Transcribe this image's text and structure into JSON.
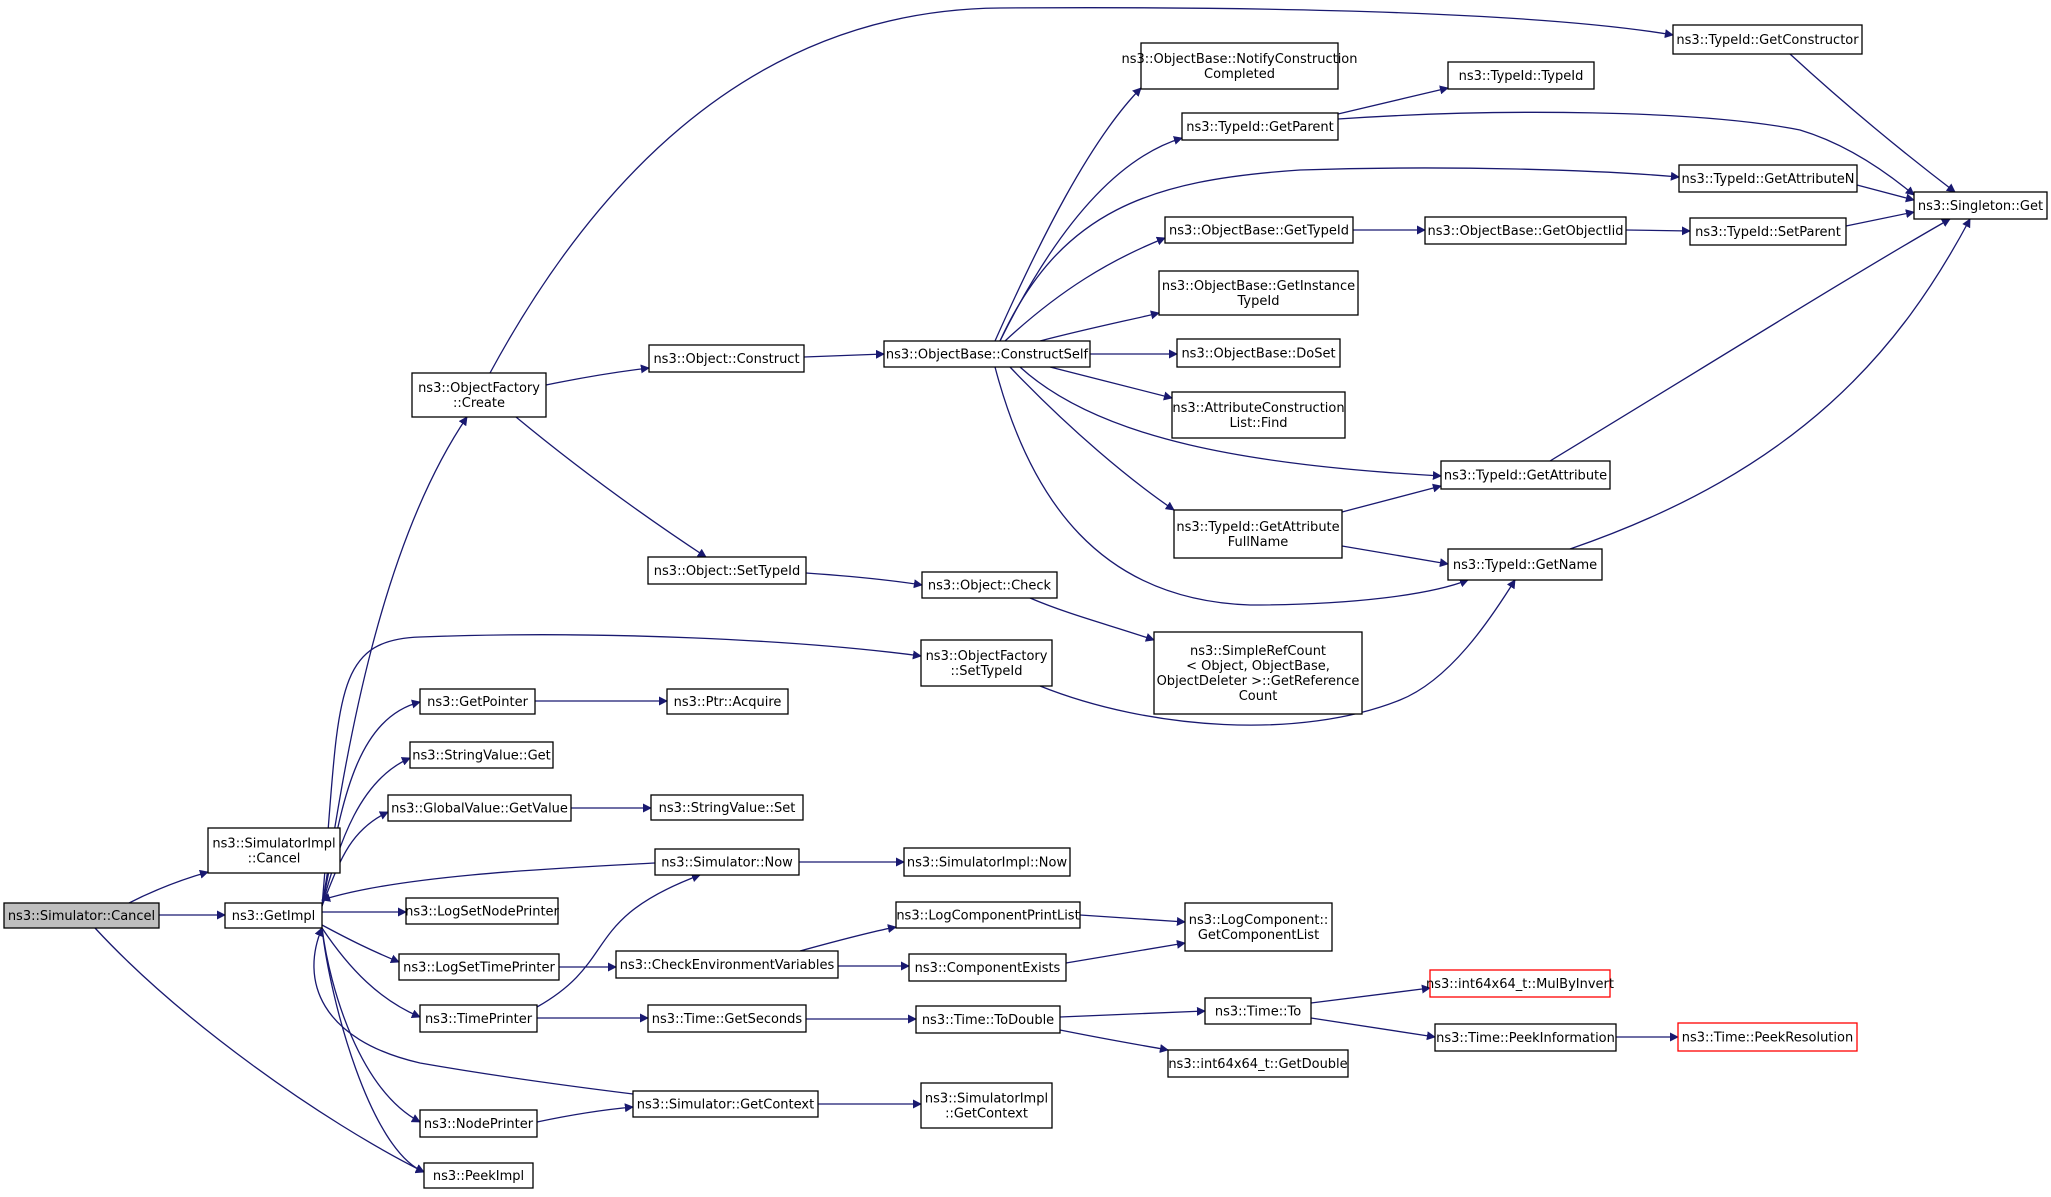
{
  "colors": {
    "edge": "#191970",
    "node_border": "#000000",
    "node_fill": "#ffffff",
    "root_fill": "#bfbfbf",
    "truncated_border": "#ff0000"
  },
  "nodes": [
    {
      "id": "cancel",
      "lines": [
        "ns3::Simulator::Cancel"
      ],
      "root": true
    },
    {
      "id": "implCancel",
      "lines": [
        "ns3::SimulatorImpl",
        "::Cancel"
      ]
    },
    {
      "id": "getImpl",
      "lines": [
        "ns3::GetImpl"
      ]
    },
    {
      "id": "peekImpl",
      "lines": [
        "ns3::PeekImpl"
      ]
    },
    {
      "id": "ofCreate",
      "lines": [
        "ns3::ObjectFactory",
        "::Create"
      ]
    },
    {
      "id": "getPointer",
      "lines": [
        "ns3::GetPointer"
      ]
    },
    {
      "id": "svGet",
      "lines": [
        "ns3::StringValue::Get"
      ]
    },
    {
      "id": "gvGetValue",
      "lines": [
        "ns3::GlobalValue::GetValue"
      ]
    },
    {
      "id": "logSetNodePrinter",
      "lines": [
        "ns3::LogSetNodePrinter"
      ]
    },
    {
      "id": "logSetTimePrinter",
      "lines": [
        "ns3::LogSetTimePrinter"
      ]
    },
    {
      "id": "timePrinter",
      "lines": [
        "ns3::TimePrinter"
      ]
    },
    {
      "id": "nodePrinter",
      "lines": [
        "ns3::NodePrinter"
      ]
    },
    {
      "id": "objConstruct",
      "lines": [
        "ns3::Object::Construct"
      ]
    },
    {
      "id": "objSetTypeId",
      "lines": [
        "ns3::Object::SetTypeId"
      ]
    },
    {
      "id": "ptrAcquire",
      "lines": [
        "ns3::Ptr::Acquire"
      ]
    },
    {
      "id": "svSet",
      "lines": [
        "ns3::StringValue::Set"
      ]
    },
    {
      "id": "simNow",
      "lines": [
        "ns3::Simulator::Now"
      ]
    },
    {
      "id": "checkEnv",
      "lines": [
        "ns3::CheckEnvironmentVariables"
      ]
    },
    {
      "id": "timeGetSeconds",
      "lines": [
        "ns3::Time::GetSeconds"
      ]
    },
    {
      "id": "simGetContext",
      "lines": [
        "ns3::Simulator::GetContext"
      ]
    },
    {
      "id": "obConstructSelf",
      "lines": [
        "ns3::ObjectBase::ConstructSelf"
      ]
    },
    {
      "id": "objCheck",
      "lines": [
        "ns3::Object::Check"
      ]
    },
    {
      "id": "ofSetTypeId",
      "lines": [
        "ns3::ObjectFactory",
        "::SetTypeId"
      ]
    },
    {
      "id": "implNow",
      "lines": [
        "ns3::SimulatorImpl::Now"
      ]
    },
    {
      "id": "logCompPrintList",
      "lines": [
        "ns3::LogComponentPrintList"
      ]
    },
    {
      "id": "compExists",
      "lines": [
        "ns3::ComponentExists"
      ]
    },
    {
      "id": "timeToDouble",
      "lines": [
        "ns3::Time::ToDouble"
      ]
    },
    {
      "id": "implGetContext",
      "lines": [
        "ns3::SimulatorImpl",
        "::GetContext"
      ]
    },
    {
      "id": "obNotify",
      "lines": [
        "ns3::ObjectBase::NotifyConstruction",
        "Completed"
      ]
    },
    {
      "id": "tidGetParent",
      "lines": [
        "ns3::TypeId::GetParent"
      ]
    },
    {
      "id": "obGetTypeId",
      "lines": [
        "ns3::ObjectBase::GetTypeId"
      ]
    },
    {
      "id": "obGetInstanceTypeId",
      "lines": [
        "ns3::ObjectBase::GetInstance",
        "TypeId"
      ]
    },
    {
      "id": "obDoSet",
      "lines": [
        "ns3::ObjectBase::DoSet"
      ]
    },
    {
      "id": "acListFind",
      "lines": [
        "ns3::AttributeConstruction",
        "List::Find"
      ]
    },
    {
      "id": "tidGetAttrFullName",
      "lines": [
        "ns3::TypeId::GetAttribute",
        "FullName"
      ]
    },
    {
      "id": "srcGetRefCount",
      "lines": [
        "ns3::SimpleRefCount",
        "< Object, ObjectBase,",
        "ObjectDeleter >::GetReference",
        "Count"
      ]
    },
    {
      "id": "logCompGetList",
      "lines": [
        "ns3::LogComponent::",
        "GetComponentList"
      ]
    },
    {
      "id": "timeTo",
      "lines": [
        "ns3::Time::To"
      ]
    },
    {
      "id": "i64GetDouble",
      "lines": [
        "ns3::int64x64_t::GetDouble"
      ]
    },
    {
      "id": "tidTypeId",
      "lines": [
        "ns3::TypeId::TypeId"
      ]
    },
    {
      "id": "obGetObjectIid",
      "lines": [
        "ns3::ObjectBase::GetObjectIid"
      ]
    },
    {
      "id": "tidGetAttribute",
      "lines": [
        "ns3::TypeId::GetAttribute"
      ]
    },
    {
      "id": "tidGetName",
      "lines": [
        "ns3::TypeId::GetName"
      ]
    },
    {
      "id": "i64MulByInvert",
      "lines": [
        "ns3::int64x64_t::MulByInvert"
      ],
      "truncated": true
    },
    {
      "id": "timePeekInfo",
      "lines": [
        "ns3::Time::PeekInformation"
      ]
    },
    {
      "id": "tidGetConstructor",
      "lines": [
        "ns3::TypeId::GetConstructor"
      ]
    },
    {
      "id": "tidGetAttributeN",
      "lines": [
        "ns3::TypeId::GetAttributeN"
      ]
    },
    {
      "id": "tidSetParent",
      "lines": [
        "ns3::TypeId::SetParent"
      ]
    },
    {
      "id": "timePeekRes",
      "lines": [
        "ns3::Time::PeekResolution"
      ],
      "truncated": true
    },
    {
      "id": "singletonGet",
      "lines": [
        "ns3::Singleton::Get"
      ]
    }
  ],
  "edges": [
    [
      "cancel",
      "implCancel"
    ],
    [
      "cancel",
      "getImpl"
    ],
    [
      "cancel",
      "peekImpl"
    ],
    [
      "getImpl",
      "ofCreate"
    ],
    [
      "getImpl",
      "getPointer"
    ],
    [
      "getImpl",
      "svGet"
    ],
    [
      "getImpl",
      "gvGetValue"
    ],
    [
      "getImpl",
      "logSetNodePrinter"
    ],
    [
      "getImpl",
      "logSetTimePrinter"
    ],
    [
      "getImpl",
      "timePrinter"
    ],
    [
      "getImpl",
      "nodePrinter"
    ],
    [
      "getImpl",
      "peekImpl"
    ],
    [
      "getImpl",
      "ofSetTypeId"
    ],
    [
      "ofCreate",
      "tidGetConstructor"
    ],
    [
      "ofCreate",
      "objConstruct"
    ],
    [
      "ofCreate",
      "objSetTypeId"
    ],
    [
      "getPointer",
      "ptrAcquire"
    ],
    [
      "gvGetValue",
      "svSet"
    ],
    [
      "simNow",
      "getImpl"
    ],
    [
      "simNow",
      "implNow"
    ],
    [
      "logSetTimePrinter",
      "checkEnv"
    ],
    [
      "timePrinter",
      "simNow"
    ],
    [
      "timePrinter",
      "timeGetSeconds"
    ],
    [
      "nodePrinter",
      "simGetContext"
    ],
    [
      "simGetContext",
      "getImpl"
    ],
    [
      "simGetContext",
      "implGetContext"
    ],
    [
      "objConstruct",
      "obConstructSelf"
    ],
    [
      "objSetTypeId",
      "objCheck"
    ],
    [
      "objCheck",
      "srcGetRefCount"
    ],
    [
      "ofSetTypeId",
      "tidGetName"
    ],
    [
      "checkEnv",
      "logCompPrintList"
    ],
    [
      "checkEnv",
      "compExists"
    ],
    [
      "logCompPrintList",
      "logCompGetList"
    ],
    [
      "compExists",
      "logCompGetList"
    ],
    [
      "timeGetSeconds",
      "timeToDouble"
    ],
    [
      "timeToDouble",
      "timeTo"
    ],
    [
      "timeToDouble",
      "i64GetDouble"
    ],
    [
      "timeTo",
      "i64MulByInvert"
    ],
    [
      "timeTo",
      "timePeekInfo"
    ],
    [
      "timePeekInfo",
      "timePeekRes"
    ],
    [
      "obConstructSelf",
      "obNotify"
    ],
    [
      "obConstructSelf",
      "tidGetParent"
    ],
    [
      "obConstructSelf",
      "tidGetAttributeN"
    ],
    [
      "obConstructSelf",
      "obGetTypeId"
    ],
    [
      "obConstructSelf",
      "obGetInstanceTypeId"
    ],
    [
      "obConstructSelf",
      "obDoSet"
    ],
    [
      "obConstructSelf",
      "acListFind"
    ],
    [
      "obConstructSelf",
      "tidGetAttribute"
    ],
    [
      "obConstructSelf",
      "tidGetAttrFullName"
    ],
    [
      "obConstructSelf",
      "tidGetName"
    ],
    [
      "tidGetParent",
      "tidTypeId"
    ],
    [
      "tidGetParent",
      "singletonGet"
    ],
    [
      "obGetTypeId",
      "obGetObjectIid"
    ],
    [
      "obGetObjectIid",
      "tidSetParent"
    ],
    [
      "tidGetAttrFullName",
      "tidGetAttribute"
    ],
    [
      "tidGetAttrFullName",
      "tidGetName"
    ],
    [
      "tidGetAttribute",
      "singletonGet"
    ],
    [
      "tidGetName",
      "singletonGet"
    ],
    [
      "tidGetConstructor",
      "singletonGet"
    ],
    [
      "tidGetAttributeN",
      "singletonGet"
    ],
    [
      "tidSetParent",
      "singletonGet"
    ]
  ]
}
